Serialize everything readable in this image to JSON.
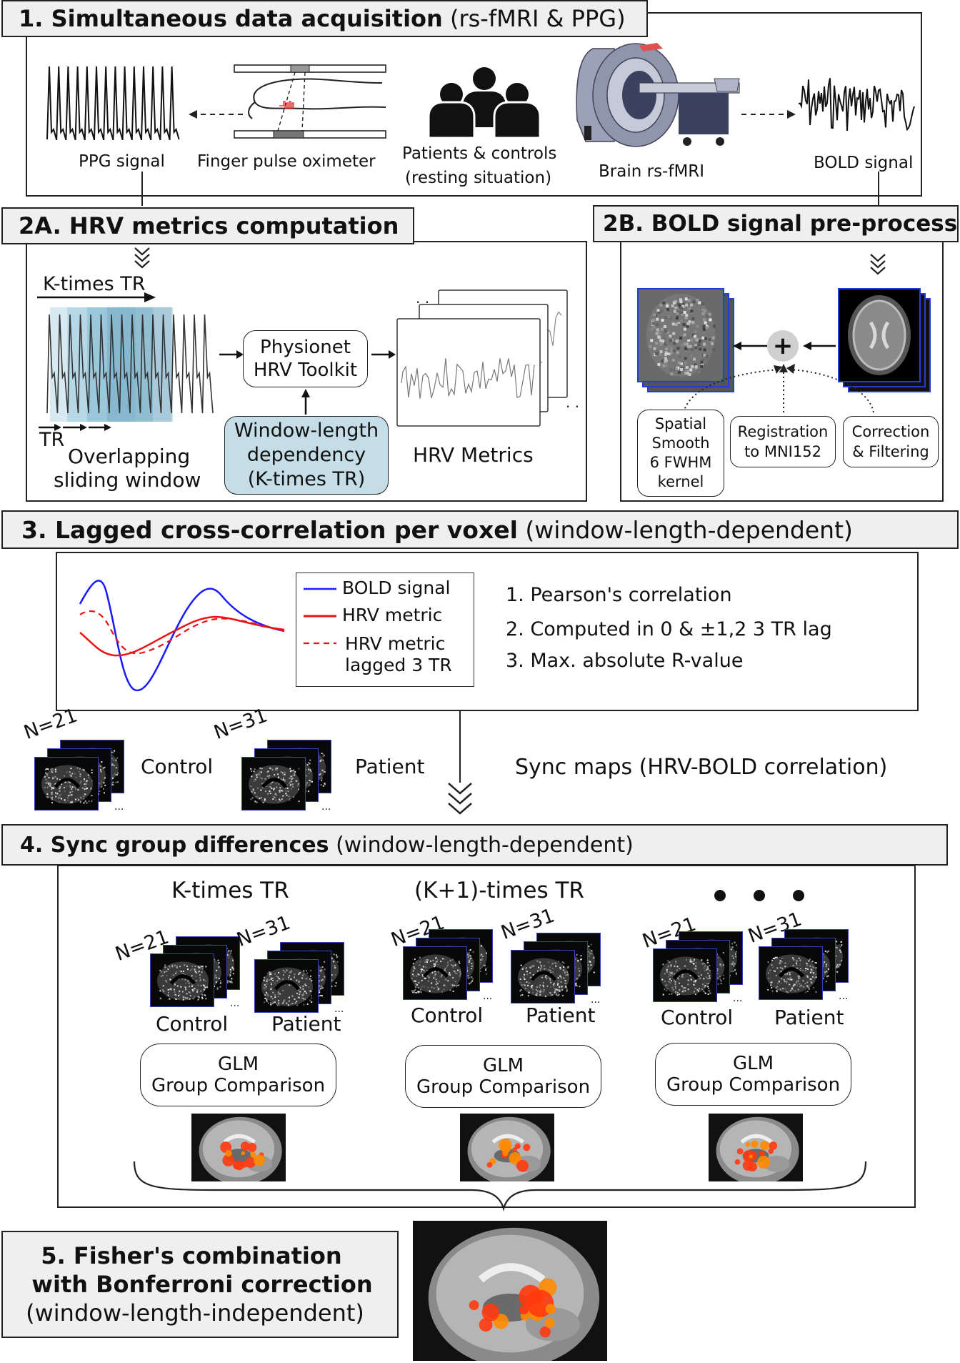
{
  "section1": {
    "title_bold": "1. Simultaneous data acquisition",
    "title_rest": "(rs-fMRI & PPG)",
    "ppg_label": "PPG signal",
    "oximeter_label": "Finger pulse oximeter",
    "patients_label_1": "Patients & controls",
    "patients_label_2": "(resting situation)",
    "mri_label": "Brain rs-fMRI",
    "bold_label": "BOLD signal"
  },
  "section2a": {
    "title": "2A. HRV metrics computation",
    "ktimes_label": "K-times TR",
    "tr_label": "TR",
    "window_label_1": "Overlapping",
    "window_label_2": "sliding window",
    "toolkit_1": "Physionet",
    "toolkit_2": "HRV Toolkit",
    "dependency_1": "Window-length",
    "dependency_2": "dependency",
    "dependency_3": "(K-times TR)",
    "metrics_label": "HRV Metrics"
  },
  "section2b": {
    "title": "2B. BOLD signal pre-process",
    "smooth_1": "Spatial",
    "smooth_2": "Smooth",
    "smooth_3": "6 FWHM",
    "smooth_4": "kernel",
    "registration_1": "Registration",
    "registration_2": "to MNI152",
    "correction_1": "Correction",
    "correction_2": "& Filtering",
    "plus": "+"
  },
  "section3": {
    "title_bold": "3. Lagged cross-correlation per voxel",
    "title_rest": "(window-length-dependent)",
    "legend_bold": "BOLD signal",
    "legend_hrv": "HRV metric",
    "legend_lagged_1": "HRV metric",
    "legend_lagged_2": "lagged 3 TR",
    "step1": "1.  Pearson's correlation",
    "step2": "2.  Computed in 0 & ±1,2 3 TR lag",
    "step3": "3.  Max. absolute R-value",
    "n_control": "N=21",
    "n_patient": "N=31",
    "control": "Control",
    "patient": "Patient",
    "sync_label": "Sync maps (HRV-BOLD correlation)"
  },
  "section4": {
    "title_bold": "4. Sync group differences",
    "title_rest": "(window-length-dependent)",
    "columns": [
      {
        "heading": "K-times TR",
        "n_control": "N=21",
        "n_patient": "N=31",
        "control": "Control",
        "patient": "Patient",
        "glm_1": "GLM",
        "glm_2": "Group Comparison"
      },
      {
        "heading": "(K+1)-times TR",
        "n_control": "N=21",
        "n_patient": "N=31",
        "control": "Control",
        "patient": "Patient",
        "glm_1": "GLM",
        "glm_2": "Group Comparison"
      },
      {
        "heading": "",
        "n_control": "N=21",
        "n_patient": "N=31",
        "control": "Control",
        "patient": "Patient",
        "glm_1": "GLM",
        "glm_2": "Group Comparison"
      }
    ]
  },
  "section5": {
    "line1": "5. Fisher's combination",
    "line2": "with Bonferroni correction",
    "line3": "(window-length-independent)"
  },
  "colors": {
    "bold_blue": "#1a1aff",
    "hrv_red": "#e11",
    "header_bg": "#efefef",
    "dependency_box": "#c4dde6",
    "stack_border": "#3346b0"
  }
}
